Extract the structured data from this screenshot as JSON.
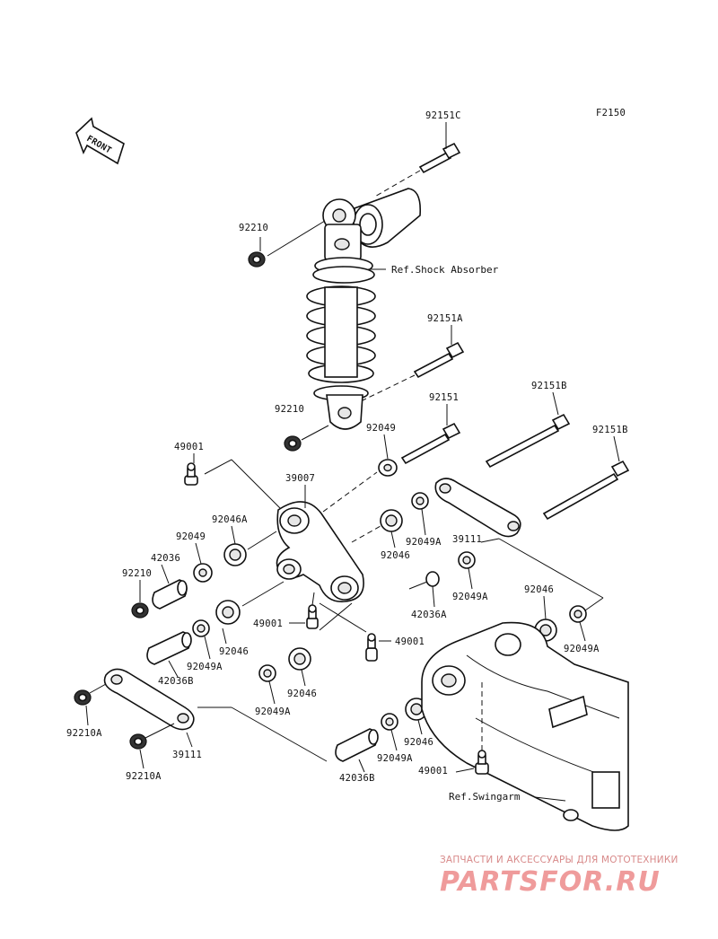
{
  "diagram": {
    "figure_code": "F2150",
    "front_label": "FRONT",
    "references": {
      "shock_absorber": "Ref.Shock Absorber",
      "swingarm": "Ref.Swingarm"
    },
    "callouts": {
      "c92151C": "92151C",
      "c92210_top": "92210",
      "c92151A": "92151A",
      "c92210_mid": "92210",
      "c92151": "92151",
      "c92151B_1": "92151B",
      "c92151B_2": "92151B",
      "c92049_top": "92049",
      "c49001_top": "49001",
      "c39007": "39007",
      "c92046A": "92046A",
      "c92049_left": "92049",
      "c42036": "42036",
      "c92210_left": "92210",
      "c92049A_1": "92049A",
      "c92046_1": "92046",
      "c39111_top": "39111",
      "c92049A_2": "92049A",
      "c42036A": "42036A",
      "c49001_mid": "49001",
      "c49001_right": "49001",
      "c92046_2": "92046",
      "c92049A_3": "92049A",
      "c92046_3": "92046",
      "c92049A_4": "92049A",
      "c42036B_1": "42036B",
      "c92046_4": "92046",
      "c92049A_5": "92049A",
      "c92210A_1": "92210A",
      "c39111_bottom": "39111",
      "c92210A_2": "92210A",
      "c92049A_6": "92049A",
      "c92046_5": "92046",
      "c42036B_2": "42036B",
      "c49001_bottom": "49001"
    }
  },
  "watermark": {
    "tagline": "ЗАПЧАСТИ И АКСЕССУАРЫ ДЛЯ МОТОТЕХНИКИ",
    "brand": "PARTSFOR.RU"
  }
}
